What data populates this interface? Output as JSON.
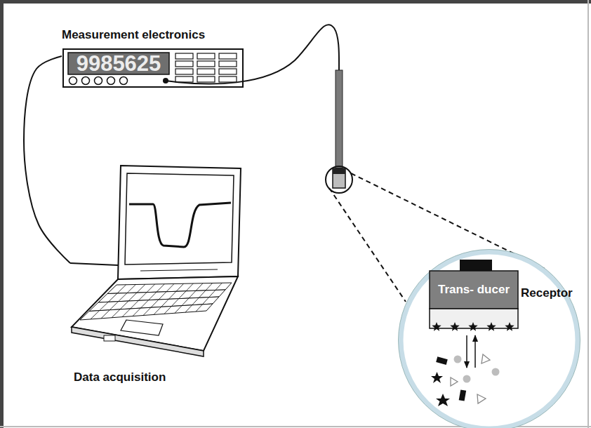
{
  "diagram": {
    "nodes": [
      {
        "text": [
          "Measurement electronics",
          "9985625"
        ]
      },
      {
        "text": [
          "Data acquisition"
        ]
      },
      {
        "text": [
          "Trans- ducer"
        ]
      },
      {
        "text": [
          "Receptor"
        ]
      }
    ],
    "edges": [
      {
        "from": 0,
        "to": 1,
        "arrow": "none"
      }
    ]
  }
}
